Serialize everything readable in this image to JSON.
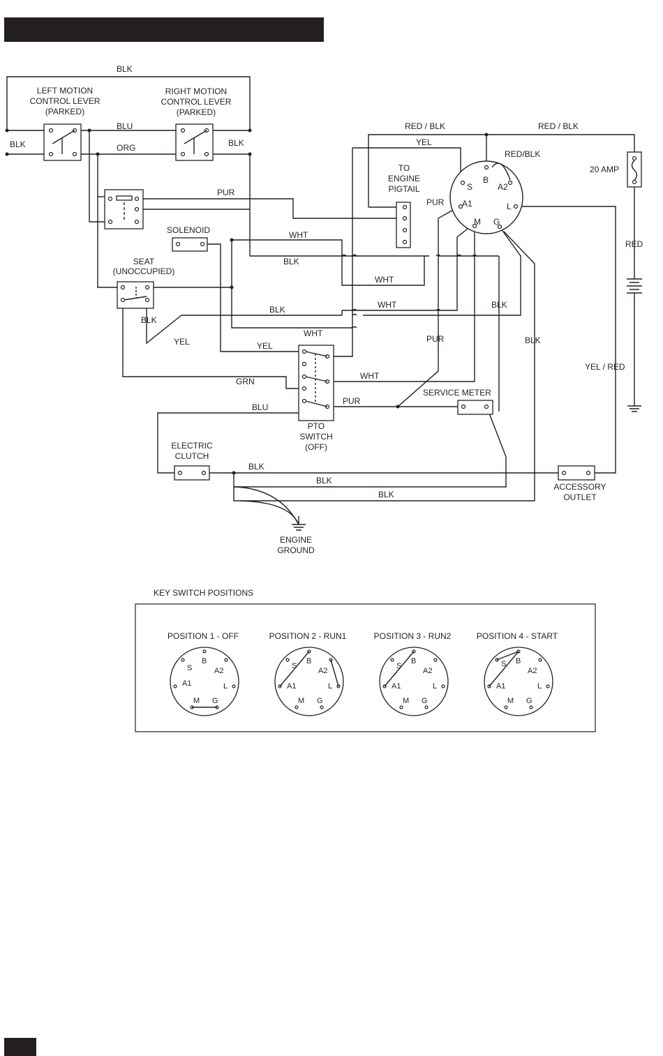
{
  "labels": {
    "blk_top": "BLK",
    "left_lever": [
      "LEFT MOTION",
      "CONTROL LEVER",
      "(PARKED)"
    ],
    "right_lever": [
      "RIGHT MOTION",
      "CONTROL LEVER",
      "(PARKED)"
    ],
    "blk_left": "BLK",
    "blk_right": "BLK",
    "blu_top": "BLU",
    "org": "ORG",
    "pur_top": "PUR",
    "solenoid": "SOLENOID",
    "seat": [
      "SEAT",
      "(UNOCCUPIED)"
    ],
    "wht_1": "WHT",
    "blk_mid": "BLK",
    "wht_2": "WHT",
    "blk_diag": "BLK",
    "wht_3": "WHT",
    "blk_seat": "BLK",
    "yel_seat": "YEL",
    "wht_4": "WHT",
    "yel_pto": "YEL",
    "grn": "GRN",
    "wht_pto": "WHT",
    "blu_clutch": "BLU",
    "pur_pto": "PUR",
    "pur_mid": "PUR",
    "blk_key": "BLK",
    "blk_right_vert": "BLK",
    "pto_switch": [
      "PTO",
      "SWITCH",
      "(OFF)"
    ],
    "service_meter": "SERVICE METER",
    "electric_clutch": [
      "ELECTRIC",
      "CLUTCH"
    ],
    "blk_clutch_1": "BLK",
    "blk_clutch_2": "BLK",
    "blk_clutch_3": "BLK",
    "accessory_outlet": [
      "ACCESSORY",
      "OUTLET"
    ],
    "engine_ground": [
      "ENGINE",
      "GROUND"
    ],
    "red_blk_1": "RED / BLK",
    "red_blk_2": "RED / BLK",
    "yel_top": "YEL",
    "red_blk_key": "RED/BLK",
    "engine_pigtail": [
      "TO",
      "ENGINE",
      "PIGTAIL"
    ],
    "pur_pigtail": "PUR",
    "amp": "20 AMP",
    "red": "RED",
    "yel_red": "YEL / RED"
  },
  "key_terminals": {
    "S": "S",
    "B": "B",
    "A2": "A2",
    "A1": "A1",
    "L": "L",
    "M": "M",
    "G": "G"
  },
  "key_positions": {
    "title": "KEY SWITCH POSITIONS",
    "items": [
      {
        "label": "POSITION 1 - OFF"
      },
      {
        "label": "POSITION 2 - RUN1"
      },
      {
        "label": "POSITION 3 - RUN2"
      },
      {
        "label": "POSITION 4 - START"
      }
    ]
  }
}
